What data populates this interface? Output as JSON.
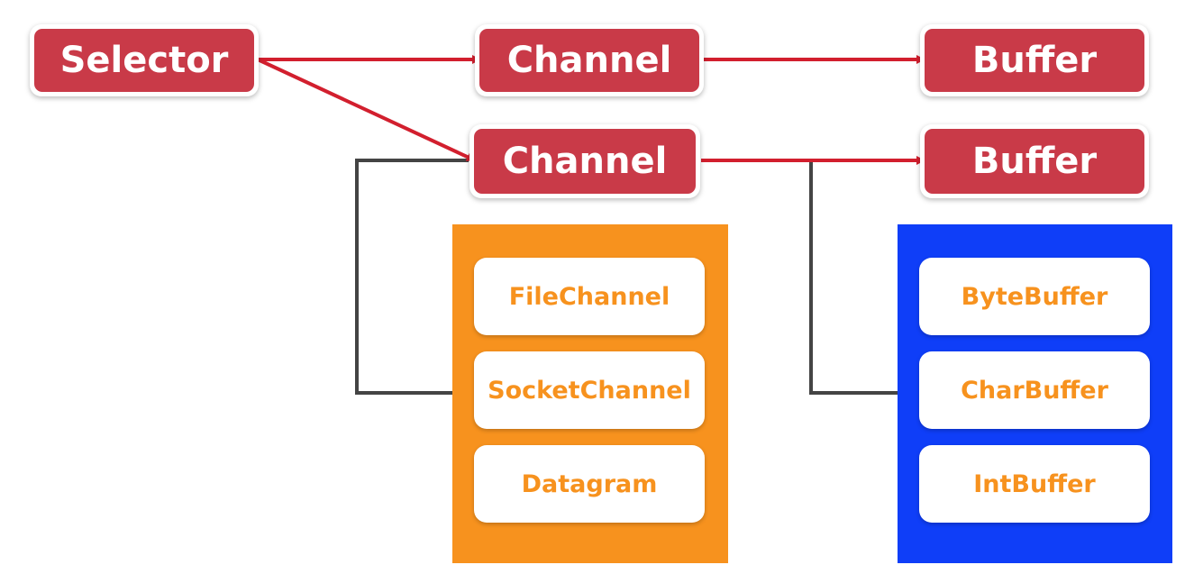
{
  "nodes": {
    "selector": "Selector",
    "channel_top": "Channel",
    "buffer_top": "Buffer",
    "channel_mid": "Channel",
    "buffer_mid": "Buffer"
  },
  "channel_types": [
    "FileChannel",
    "SocketChannel",
    "Datagram"
  ],
  "buffer_types": [
    "ByteBuffer",
    "CharBuffer",
    "IntBuffer"
  ],
  "colors": {
    "node_fill": "#c93a48",
    "arrow": "#d21f2e",
    "connector": "#444444",
    "channel_panel": "#f7921e",
    "buffer_panel": "#0f3ef8",
    "card_text": "#f7921e"
  }
}
